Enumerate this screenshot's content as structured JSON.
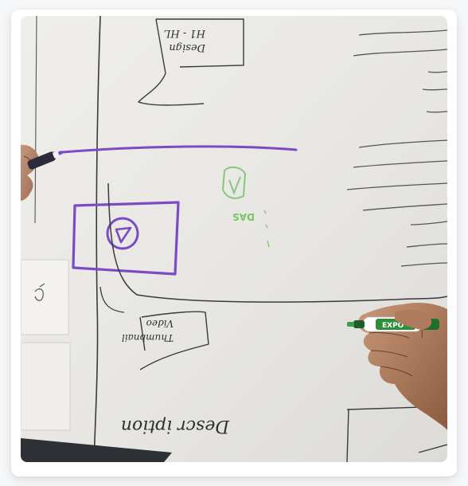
{
  "photo": {
    "board_color": "#e9e8e4",
    "marker_ink": "#2b2b2b",
    "accent_purple": "#7a4bc4",
    "accent_green": "#7fc36a",
    "labels": {
      "hifi_design": [
        "H1 - HL",
        "Design"
      ],
      "video_thumb": [
        "Video",
        "Thumbnail"
      ],
      "description": "Descr iption",
      "small_mark": "DAS"
    },
    "marker_brand": "EXPO"
  }
}
